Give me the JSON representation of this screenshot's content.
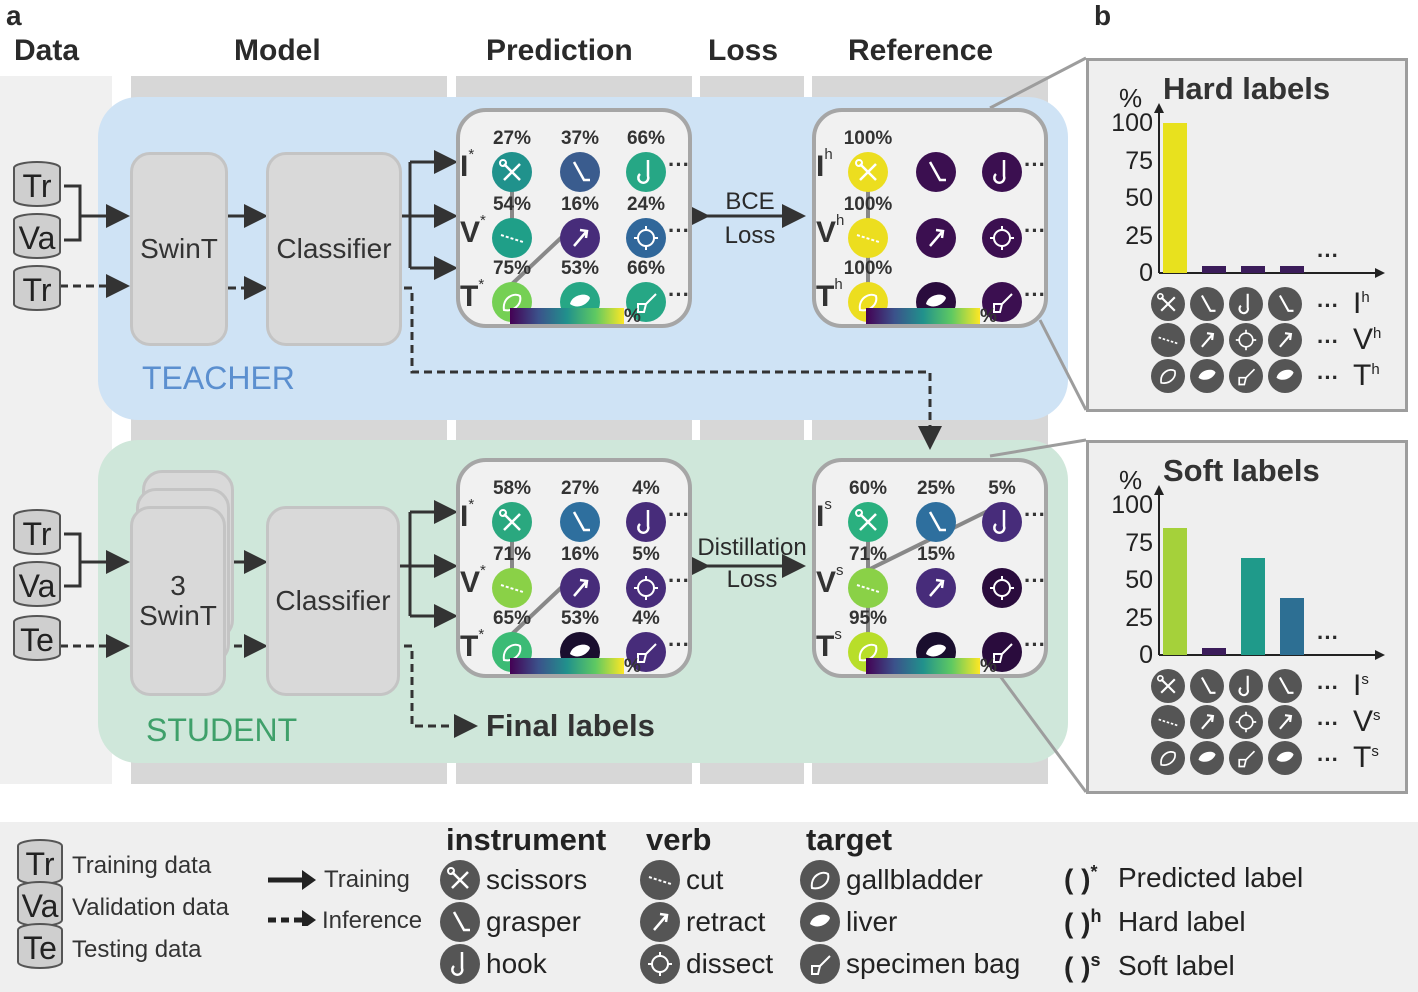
{
  "panels": {
    "a": "a",
    "b": "b"
  },
  "headers": {
    "data": "Data",
    "model": "Model",
    "prediction": "Prediction",
    "loss": "Loss",
    "reference": "Reference"
  },
  "teacher": {
    "label": "TEACHER",
    "inputs": [
      "Tr",
      "Va",
      "Tr"
    ],
    "backbone": "SwinT",
    "classifier": "Classifier",
    "loss": {
      "line1": "BCE",
      "line2": "Loss"
    },
    "prediction": {
      "rows": [
        "I",
        "V",
        "T"
      ],
      "sup": "*",
      "values": [
        [
          "27%",
          "37%",
          "66%"
        ],
        [
          "54%",
          "16%",
          "24%"
        ],
        [
          "75%",
          "53%",
          "66%"
        ]
      ],
      "colors": [
        [
          "#20928c",
          "#3a5c8e",
          "#26a785"
        ],
        [
          "#1f9f88",
          "#472c7a",
          "#30679a"
        ],
        [
          "#75d054",
          "#26a785",
          "#26a785"
        ]
      ]
    },
    "reference": {
      "rows": [
        "I",
        "V",
        "T"
      ],
      "sup": "h",
      "values": [
        "100%",
        "100%",
        "100%"
      ],
      "colors": [
        [
          "#ecde1f",
          "#3b0f50",
          "#3b0f50"
        ],
        [
          "#ecde1f",
          "#3b0f50",
          "#3b0f50"
        ],
        [
          "#ecde1f",
          "#2a0c3d",
          "#3b0f50"
        ]
      ]
    },
    "pct_symbol": "%"
  },
  "student": {
    "label": "STUDENT",
    "inputs": [
      "Tr",
      "Va",
      "Te"
    ],
    "backbone": {
      "line1": "3",
      "line2": "SwinT"
    },
    "classifier": "Classifier",
    "loss": {
      "line1": "Distillation",
      "line2": "Loss"
    },
    "final_labels": "Final labels",
    "prediction": {
      "rows": [
        "I",
        "V",
        "T"
      ],
      "sup": "*",
      "values": [
        [
          "58%",
          "27%",
          "4%"
        ],
        [
          "71%",
          "16%",
          "5%"
        ],
        [
          "65%",
          "53%",
          "4%"
        ]
      ],
      "colors": [
        [
          "#2aa87f",
          "#2e6f9e",
          "#472c7a"
        ],
        [
          "#8ad147",
          "#472c7a",
          "#472c7a"
        ],
        [
          "#3bbb75",
          "#1a0e2e",
          "#472c7a"
        ]
      ]
    },
    "reference": {
      "rows": [
        "I",
        "V",
        "T"
      ],
      "sup": "s",
      "values": [
        [
          "60%",
          "25%",
          "5%"
        ],
        [
          "71%",
          "15%",
          ""
        ],
        [
          "95%",
          "",
          ""
        ]
      ],
      "colors": [
        [
          "#2ab07f",
          "#2e6f9e",
          "#472c7a"
        ],
        [
          "#8ad147",
          "#472c7a",
          "#2a0c3d"
        ],
        [
          "#b8de29",
          "#1a0e2e",
          "#2a0c3d"
        ]
      ]
    },
    "pct_symbol": "%"
  },
  "chart_data": [
    {
      "type": "bar",
      "title": "Hard labels",
      "ylabel": "%",
      "ylim": [
        0,
        100
      ],
      "yticks": [
        "100",
        "75",
        "50",
        "25",
        "0"
      ],
      "values": [
        100,
        5,
        5,
        5
      ],
      "colors": [
        "#e8e11e",
        "#3b1c5a",
        "#3b1c5a",
        "#3b1c5a"
      ],
      "row_labels": [
        {
          "l": "I",
          "s": "h"
        },
        {
          "l": "V",
          "s": "h"
        },
        {
          "l": "T",
          "s": "h"
        }
      ]
    },
    {
      "type": "bar",
      "title": "Soft labels",
      "ylabel": "%",
      "ylim": [
        0,
        100
      ],
      "yticks": [
        "100",
        "75",
        "50",
        "25",
        "0"
      ],
      "values": [
        85,
        5,
        65,
        38
      ],
      "colors": [
        "#a5d13a",
        "#3b1c5a",
        "#1f9a8a",
        "#2d6f93"
      ],
      "row_labels": [
        {
          "l": "I",
          "s": "s"
        },
        {
          "l": "V",
          "s": "s"
        },
        {
          "l": "T",
          "s": "s"
        }
      ]
    }
  ],
  "legend": {
    "data": [
      {
        "abbr": "Tr",
        "label": "Training data"
      },
      {
        "abbr": "Va",
        "label": "Validation data"
      },
      {
        "abbr": "Te",
        "label": "Testing data"
      }
    ],
    "arrows": {
      "training": "Training",
      "inference": "Inference"
    },
    "instrument": {
      "title": "instrument",
      "items": [
        "scissors",
        "grasper",
        "hook"
      ]
    },
    "verb": {
      "title": "verb",
      "items": [
        "cut",
        "retract",
        "dissect"
      ]
    },
    "target": {
      "title": "target",
      "items": [
        "gallbladder",
        "liver",
        "specimen bag"
      ]
    },
    "marks": [
      {
        "sup": "*",
        "label": "Predicted label"
      },
      {
        "sup": "h",
        "label": "Hard label"
      },
      {
        "sup": "s",
        "label": "Soft label"
      }
    ],
    "paren": "( )"
  }
}
